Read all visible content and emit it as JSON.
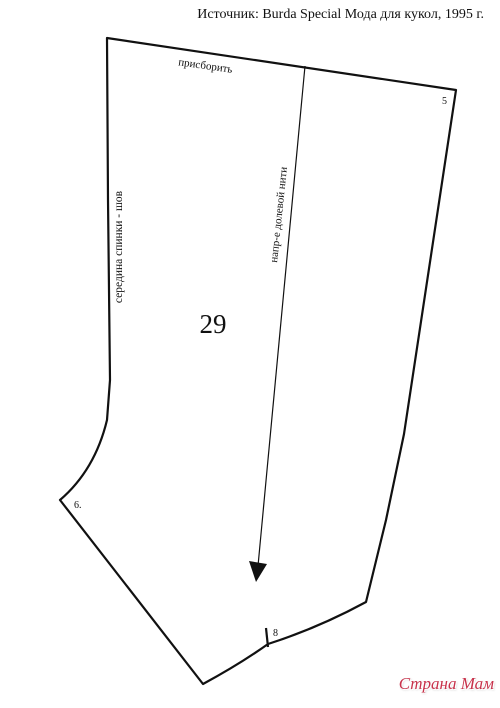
{
  "header": {
    "source": "Источник: Burda Special Мода для кукол, 1995 г."
  },
  "pattern": {
    "piece_number": "29",
    "labels": {
      "gather": "присборить",
      "center_back": "середина спинки - шов",
      "grainline": "напр-е долевой нити"
    },
    "marks": {
      "mark_5": "5",
      "mark_6": "6.",
      "mark_8": "8"
    }
  },
  "watermark": {
    "text": "Страна Мам"
  },
  "colors": {
    "line": "#111111",
    "watermark": "#c8324b"
  }
}
